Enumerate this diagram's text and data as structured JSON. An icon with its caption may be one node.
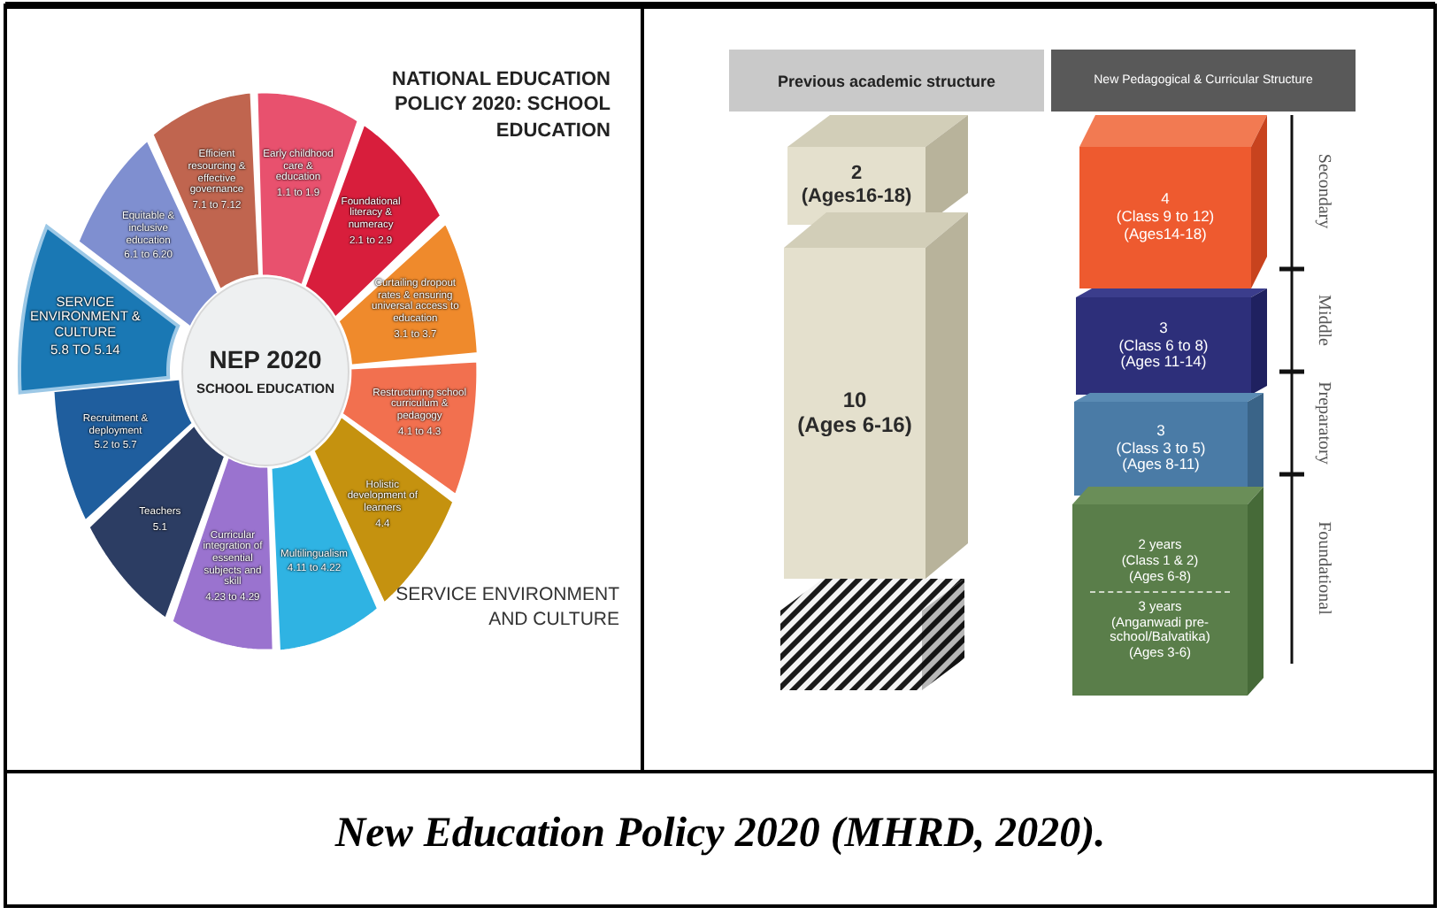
{
  "diagram": {
    "caption": "New Education Policy 2020 (MHRD, 2020).",
    "nodes": [
      {
        "text": [
          "Early childhood care & education",
          "1.1 to 1.9"
        ]
      },
      {
        "text": [
          "Foundational literacy & numeracy",
          "2.1 to 2.9"
        ]
      },
      {
        "text": [
          "Curtailing dropout rates & ensuring universal access to education",
          "3.1 to 3.7"
        ]
      },
      {
        "text": [
          "Restructuring school curriculum & pedagogy",
          "4.1 to 4.3"
        ]
      },
      {
        "text": [
          "Holistic development of learners",
          "4.4"
        ]
      },
      {
        "text": [
          "Multilingualism",
          "4.11 to 4.22"
        ]
      },
      {
        "text": [
          "Curricular integration of essential subjects and skill",
          "4.23 to 4.29"
        ]
      },
      {
        "text": [
          "Teachers",
          "5.1"
        ]
      },
      {
        "text": [
          "Recruitment & deployment",
          "5.2 to 5.7"
        ]
      },
      {
        "text": [
          "SERVICE ENVIRONMENT & CULTURE",
          "5.8 TO 5.14"
        ]
      },
      {
        "text": [
          "Equitable & inclusive education",
          "6.1 to 6.20"
        ]
      },
      {
        "text": [
          "Efficient resourcing & effective governance",
          "7.1 to 7.12"
        ]
      },
      {
        "text": [
          "NEP 2020",
          "SCHOOL EDUCATION"
        ]
      },
      {
        "text": [
          "Previous academic structure"
        ]
      },
      {
        "text": [
          "New Pedagogical & Curricular Structure"
        ]
      },
      {
        "text": [
          "2",
          "(Ages16-18)"
        ]
      },
      {
        "text": [
          "10",
          "(Ages 6-16)"
        ]
      },
      {
        "text": [],
        "shape": "box"
      },
      {
        "text": [
          "4",
          "(Class 9 to 12)",
          "(Ages14-18)"
        ]
      },
      {
        "text": [
          "3",
          "(Class 6 to 8)",
          "(Ages 11-14)"
        ]
      },
      {
        "text": [
          "3",
          "(Class 3 to 5)",
          "(Ages 8-11)"
        ]
      },
      {
        "text": [
          "2 years",
          "(Class 1 & 2)",
          "(Ages 6-8)",
          "3 years",
          "(Anganwadi pre-school/Balvatika)",
          "(Ages 3-6)"
        ]
      }
    ],
    "labels": [
      "NATIONAL EDUCATION POLICY 2020: SCHOOL EDUCATION",
      "SERVICE ENVIRONMENT AND CULTURE",
      "Secondary",
      "Middle",
      "Preparatory",
      "Foundational"
    ]
  }
}
